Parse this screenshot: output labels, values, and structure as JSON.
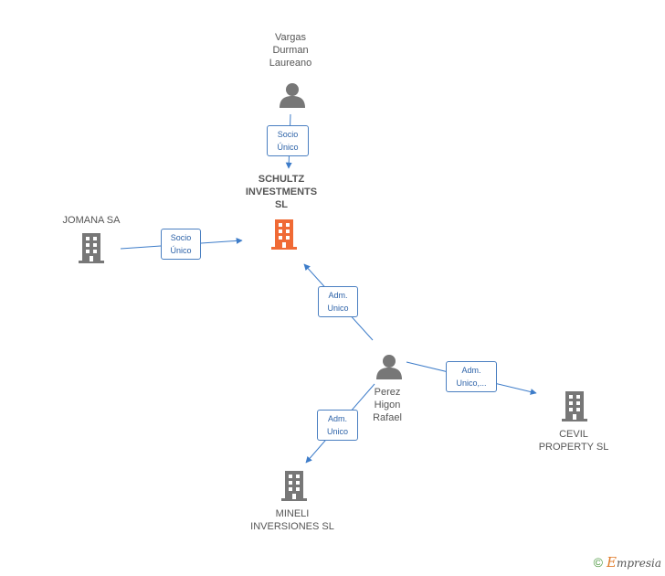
{
  "nodes": {
    "vargas": {
      "label": "Vargas\nDurman\nLaureano",
      "type": "person"
    },
    "schultz": {
      "label": "SCHULTZ\nINVESTMENTS\nSL",
      "type": "company-main"
    },
    "jomana": {
      "label": "JOMANA SA",
      "type": "company"
    },
    "perez": {
      "label": "Perez\nHigon\nRafael",
      "type": "person"
    },
    "cevil": {
      "label": "CEVIL\nPROPERTY  SL",
      "type": "company"
    },
    "mineli": {
      "label": "MINELI\nINVERSIONES SL",
      "type": "company"
    }
  },
  "edges": {
    "vargas_schultz": {
      "label": "Socio\nÚnico"
    },
    "jomana_schultz": {
      "label": "Socio\nÚnico"
    },
    "perez_schultz": {
      "label": "Adm.\nUnico"
    },
    "perez_cevil": {
      "label": "Adm.\nUnico,..."
    },
    "perez_mineli": {
      "label": "Adm.\nUnico"
    }
  },
  "colors": {
    "edge": "#3d7cc9",
    "company": "#777777",
    "main": "#f06a35",
    "person": "#777777"
  },
  "footer": {
    "copyright": "©",
    "brand_first": "E",
    "brand_rest": "mpresia"
  }
}
